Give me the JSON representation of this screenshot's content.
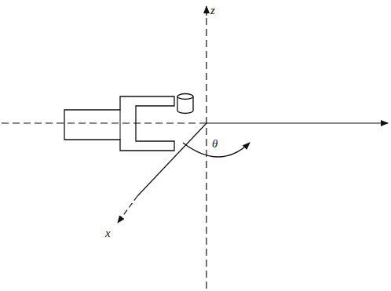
{
  "diagram": {
    "labels": [
      "z",
      "x",
      "θ"
    ]
  }
}
